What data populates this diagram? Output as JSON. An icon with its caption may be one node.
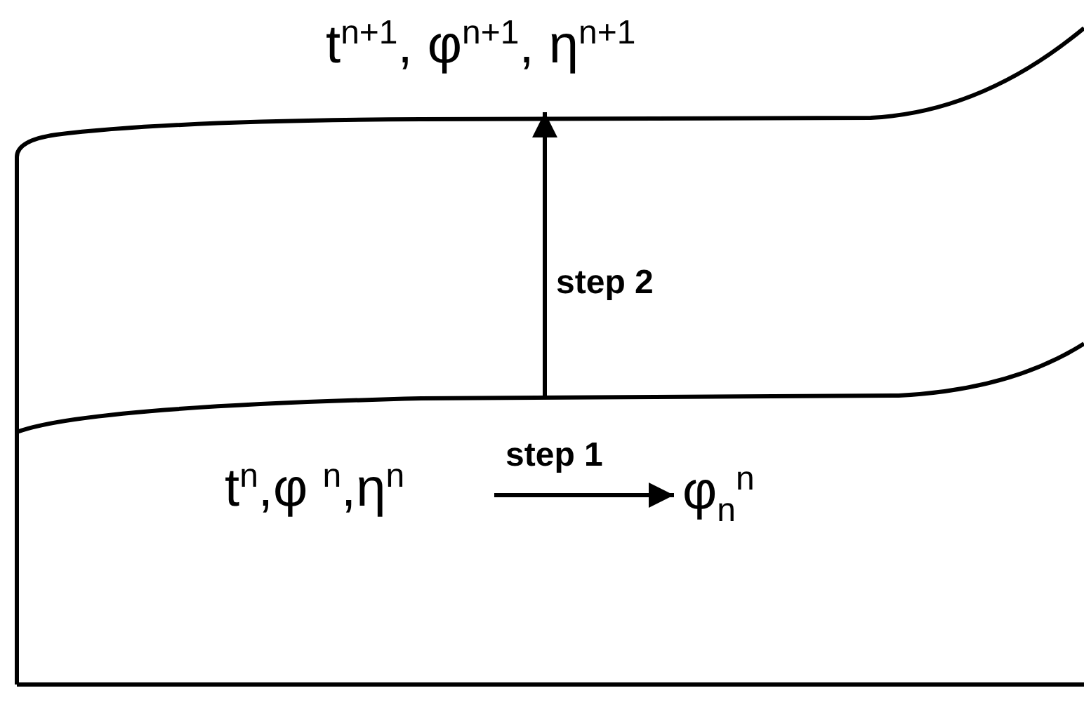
{
  "diagram": {
    "nodes": [
      {
        "text": [
          "t$^{n}$,φ $^{n}$,η$^{n}$"
        ]
      },
      {
        "text": [
          "φ$_{n}$$^{n}$"
        ]
      },
      {
        "text": [
          "t$^{n+1}$, φ$^{n+1}$, η$^{n+1}$"
        ]
      }
    ],
    "edges": [
      {
        "from": 0,
        "to": 1,
        "arrow": "to",
        "label": "step 1"
      },
      {
        "from": null,
        "to": 2,
        "arrow": "to",
        "label": "step 2"
      }
    ]
  }
}
